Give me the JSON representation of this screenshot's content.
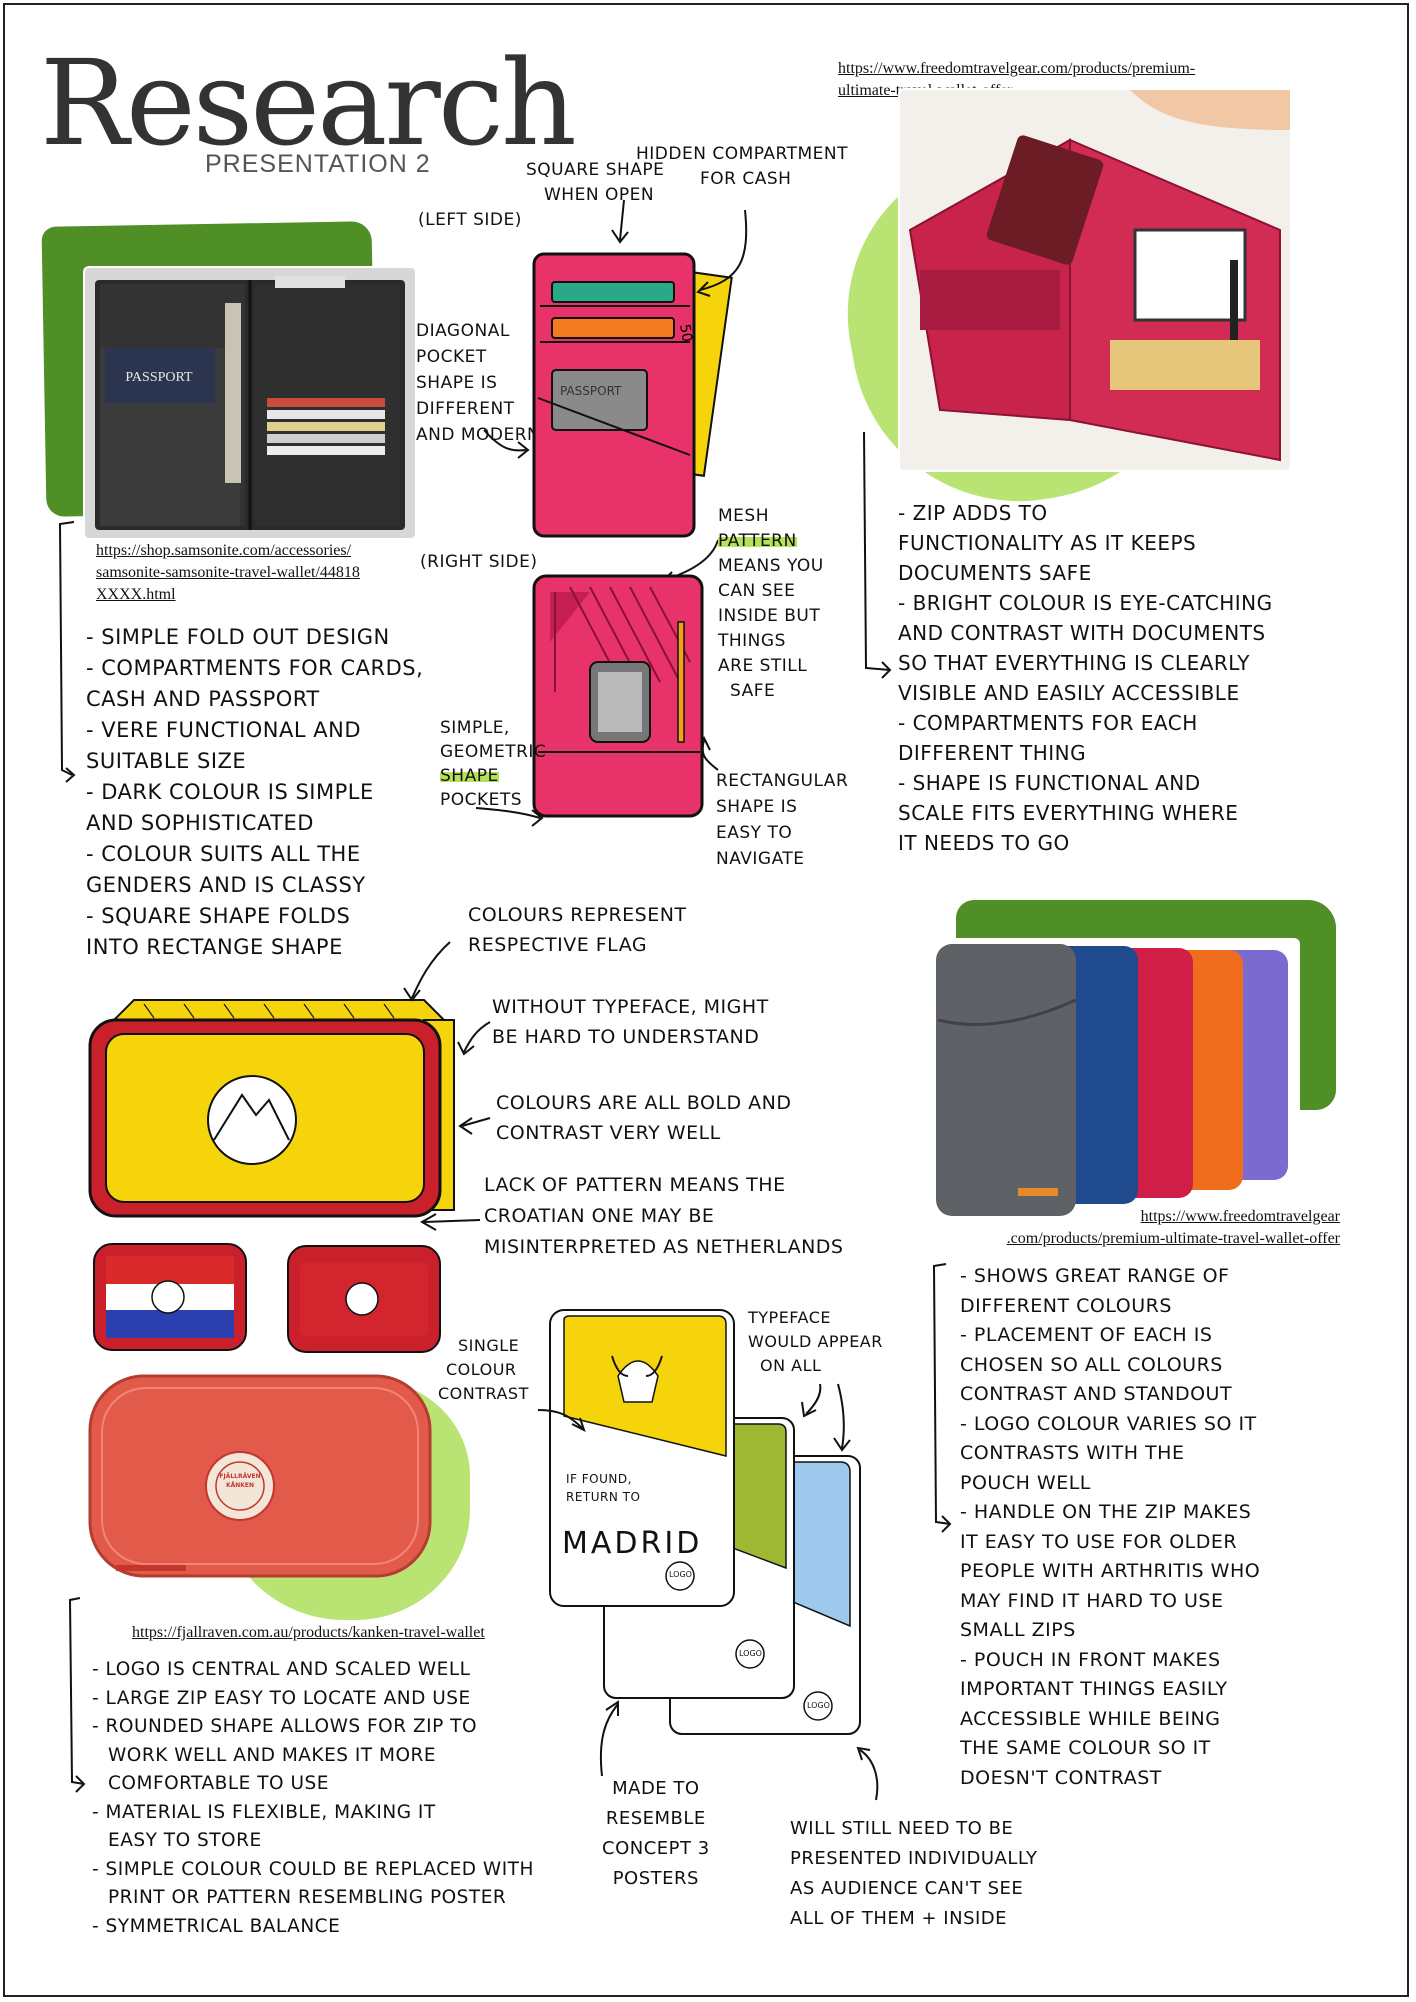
{
  "page": {
    "title": "Research",
    "subtitle": "PRESENTATION 2"
  },
  "colors": {
    "highlight": "#b5e05a",
    "blob_dark_green": "#4f8f26",
    "blob_light_green": "#b9e373",
    "wallet_pink": "#e8326a",
    "wallet_yellow": "#f5d40c",
    "wallet_red": "#c9202c"
  },
  "urls": {
    "samsonite": "https://shop.samsonite.com/accessories/samsonite-samsonite-travel-wallet/44818XXXX.html",
    "samsonite_lines": [
      "https://shop.samsonite.com/accessories/",
      "samsonite-samsonite-travel-wallet/44818",
      "XXXX.html"
    ],
    "freedom_top_lines": [
      "https://www.freedomtravelgear.com/products/premium-",
      "ultimate-travel-wallet-offer"
    ],
    "freedom_mid_lines": [
      "https://www.freedomtravelgear",
      ".com/products/premium-ultimate-travel-wallet-offer"
    ],
    "fjallraven": "https://fjallraven.com.au/products/kanken-travel-wallet"
  },
  "sketch_top": {
    "left_side": "(LEFT SIDE)",
    "square_shape": [
      "SQUARE SHAPE",
      "WHEN OPEN"
    ],
    "hidden": [
      "HIDDEN COMPARTMENT",
      "FOR CASH"
    ],
    "diagonal": [
      "DIAGONAL",
      "POCKET",
      "SHAPE IS",
      "DIFFERENT",
      "AND MODERN"
    ],
    "right_side": "(RIGHT SIDE)",
    "mesh": [
      "MESH",
      "PATTERN",
      "MEANS YOU",
      "CAN SEE",
      "INSIDE BUT",
      "THINGS",
      "ARE STILL",
      "SAFE"
    ],
    "simple": [
      "SIMPLE,",
      "GEOMETRIC",
      "SHAPE",
      "POCKETS"
    ],
    "rectangular": [
      "RECTANGULAR",
      "SHAPE IS",
      "EASY TO",
      "NAVIGATE"
    ],
    "passport_label": "PASSPORT",
    "note_50": "50"
  },
  "samsonite_notes": [
    "- SIMPLE FOLD OUT DESIGN",
    "- COMPARTMENTS FOR CARDS,",
    "  CASH AND PASSPORT",
    "- VERE FUNCTIONAL AND",
    "  SUITABLE SIZE",
    "- DARK COLOUR IS SIMPLE",
    "  AND SOPHISTICATED",
    "- COLOUR SUITS ALL THE",
    "  GENDERS AND IS CLASSY",
    "- SQUARE SHAPE FOLDS",
    "  INTO RECTANGE SHAPE"
  ],
  "photo_labels": {
    "passport": "PASSPORT"
  },
  "freedom_top_notes": [
    "- ZIP ADDS TO",
    "FUNCTIONALITY AS IT KEEPS",
    "DOCUMENTS SAFE",
    "- BRIGHT COLOUR IS EYE-CATCHING",
    "AND CONTRAST WITH DOCUMENTS",
    "SO THAT EVERYTHING IS CLEARLY",
    "VISIBLE AND EASILY ACCESSIBLE",
    "- COMPARTMENTS FOR EACH",
    "DIFFERENT THING",
    "- SHAPE IS FUNCTIONAL AND",
    "SCALE FITS EVERYTHING WHERE",
    "IT NEEDS TO GO"
  ],
  "flag_wallet": {
    "colours_flag": [
      "COLOURS REPRESENT",
      "RESPECTIVE FLAG"
    ],
    "without_typeface": [
      "WITHOUT TYPEFACE, MIGHT",
      "BE HARD TO UNDERSTAND"
    ],
    "bold": [
      "COLOURS ARE ALL BOLD AND",
      "CONTRAST VERY WELL"
    ],
    "lack_pattern": [
      "LACK OF PATTERN MEANS THE",
      "CROATIAN ONE MAY BE",
      "MISINTERPRETED AS NETHERLANDS"
    ]
  },
  "freedom_mid_notes": [
    "- SHOWS GREAT RANGE OF",
    "DIFFERENT COLOURS",
    "- PLACEMENT OF EACH IS",
    "CHOSEN SO ALL COLOURS",
    "CONTRAST AND STANDOUT",
    "- LOGO COLOUR VARIES SO IT",
    "CONTRASTS WITH THE",
    "POUCH WELL",
    "- HANDLE ON THE ZIP MAKES",
    "IT EASY TO USE FOR OLDER",
    "PEOPLE WITH ARTHRITIS WHO",
    "MAY FIND IT HARD TO USE",
    "SMALL ZIPS",
    "- POUCH IN FRONT MAKES",
    "IMPORTANT THINGS EASILY",
    "ACCESSIBLE WHILE BEING",
    "THE SAME COLOUR SO IT",
    "DOESN'T CONTRAST"
  ],
  "poster_sketch": {
    "single": [
      "SINGLE",
      "COLOUR",
      "CONTRAST"
    ],
    "typeface_all": [
      "TYPEFACE",
      "WOULD APPEAR",
      "ON ALL"
    ],
    "if_found": [
      "IF FOUND,",
      "RETURN TO"
    ],
    "madrid": "MADRID",
    "logo": "LOGO",
    "made_to": [
      "MADE TO",
      "RESEMBLE",
      "CONCEPT 3",
      "POSTERS"
    ],
    "still_need": [
      "WILL STILL NEED TO BE",
      "PRESENTED INDIVIDUALLY",
      "AS AUDIENCE CAN'T SEE",
      "ALL OF THEM + INSIDE"
    ]
  },
  "fjallraven_logo": [
    "FJÄLLRÄVEN",
    "KÅNKEN"
  ],
  "fjallraven_notes": [
    "- LOGO IS CENTRAL AND SCALED WELL",
    "- LARGE ZIP EASY TO LOCATE AND USE",
    "- ROUNDED SHAPE ALLOWS FOR ZIP TO",
    "WORK WELL AND MAKES IT MORE",
    "COMFORTABLE TO USE",
    "- MATERIAL IS FLEXIBLE, MAKING IT",
    "EASY TO STORE",
    "- SIMPLE COLOUR COULD BE REPLACED WITH",
    "PRINT OR PATTERN RESEMBLING POSTER",
    "- SYMMETRICAL BALANCE"
  ]
}
